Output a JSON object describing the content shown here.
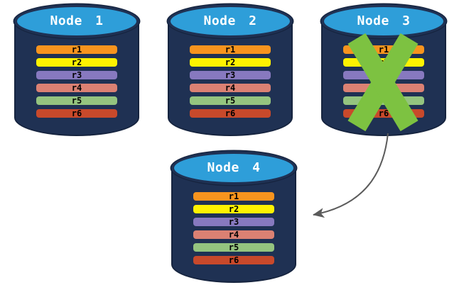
{
  "diagram": {
    "description": "Database node replication diagram with failed node",
    "nodes": [
      {
        "label": "Node 1",
        "replicas": [
          "r1",
          "r2",
          "r3",
          "r4",
          "r5",
          "r6"
        ],
        "status": "active"
      },
      {
        "label": "Node 2",
        "replicas": [
          "r1",
          "r2",
          "r3",
          "r4",
          "r5",
          "r6"
        ],
        "status": "active"
      },
      {
        "label": "Node 3",
        "replicas": [
          "r1",
          "r2",
          "r3",
          "r4",
          "r5",
          "r6"
        ],
        "status": "failed"
      },
      {
        "label": "Node 4",
        "replicas": [
          "r1",
          "r2",
          "r3",
          "r4",
          "r5",
          "r6"
        ],
        "status": "active"
      }
    ],
    "arrow": {
      "from": "Node 3",
      "to": "Node 4"
    },
    "colors": {
      "cylinder_body": "#1F3153",
      "cylinder_outline": "#16243F",
      "cylinder_top": "#2E9ED9",
      "replicas": [
        "#F7941E",
        "#FEF200",
        "#8779BF",
        "#DB8173",
        "#94C47F",
        "#C8492B"
      ],
      "failure_x": "#7DC241",
      "arrow": "#5B5B5B"
    }
  }
}
